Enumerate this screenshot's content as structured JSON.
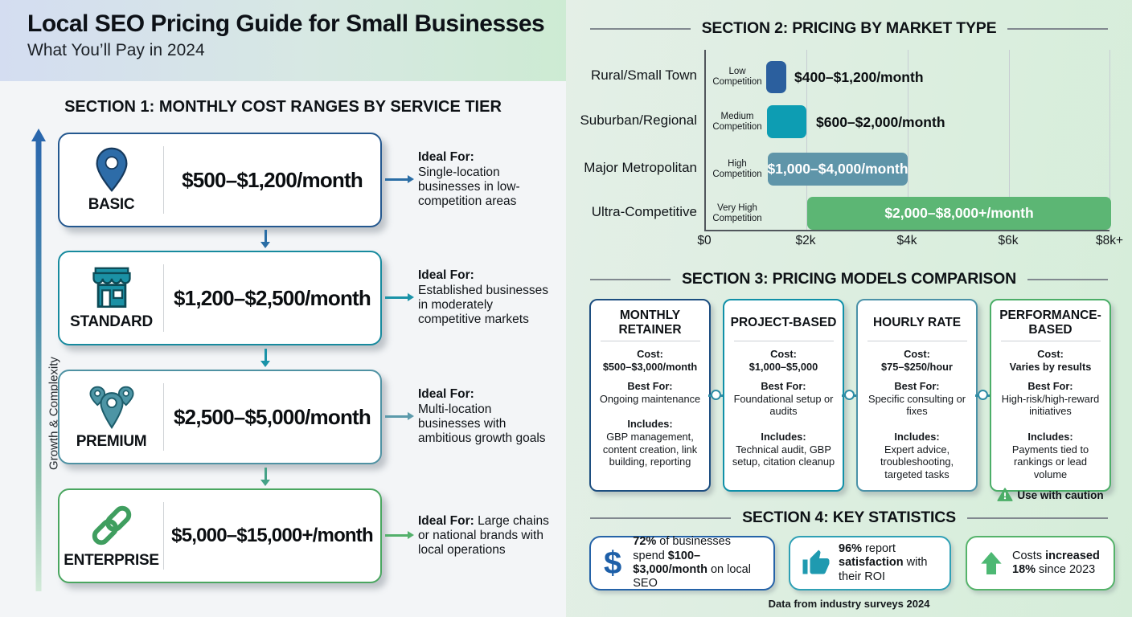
{
  "header": {
    "title": "Local SEO Pricing Guide for Small Businesses",
    "subtitle": "What You’ll Pay in 2024"
  },
  "section1": {
    "title": "SECTION 1: MONTHLY COST RANGES BY SERVICE TIER",
    "axis_label": "Growth & Complexity",
    "tiers": [
      {
        "name": "BASIC",
        "icon": "map-pin-icon",
        "price": "$500–$1,200/month",
        "ideal_label": "Ideal For:",
        "ideal": "Single-location businesses in low-competition areas",
        "accent": "#24588f"
      },
      {
        "name": "STANDARD",
        "icon": "storefront-icon",
        "price": "$1,200–$2,500/month",
        "ideal_label": "Ideal For:",
        "ideal": "Established businesses in moderately competitive markets",
        "accent": "#178a9e"
      },
      {
        "name": "PREMIUM",
        "icon": "multi-pin-icon",
        "price": "$2,500–$5,000/month",
        "ideal_label": "Ideal For:",
        "ideal": "Multi-location businesses with ambitious growth goals",
        "accent": "#4f92a3"
      },
      {
        "name": "ENTERPRISE",
        "icon": "chain-link-icon",
        "price": "$5,000–$15,000+/month",
        "ideal_label": "Ideal For:",
        "ideal": " Large chains or national brands with local operations",
        "accent": "#4aa660"
      }
    ]
  },
  "section2": {
    "title": "SECTION 2: PRICING BY MARKET TYPE"
  },
  "chart_data": {
    "type": "bar",
    "orientation": "horizontal",
    "title": "SECTION 2: PRICING BY MARKET TYPE",
    "categories": [
      "Rural/Small Town",
      "Suburban/Regional",
      "Major Metropolitan",
      "Ultra-Competitive"
    ],
    "competition_levels": [
      "Low Competition",
      "Medium Competition",
      "High Competition",
      "Very High Competition"
    ],
    "ranges_usd_per_month": [
      [
        400,
        1200
      ],
      [
        600,
        2000
      ],
      [
        1000,
        4000
      ],
      [
        2000,
        8000
      ]
    ],
    "labels": [
      "$400–$1,200/month",
      "$600–$2,000/month",
      "$1,000–$4,000/month",
      "$2,000–$8,000+/month"
    ],
    "label_inside_bar": [
      false,
      false,
      true,
      true
    ],
    "bar_colors": [
      "#2b5f9e",
      "#0d9db3",
      "#5f95a9",
      "#5cb674"
    ],
    "x_ticks": [
      "$0",
      "$2k",
      "$4k",
      "$6k",
      "$8k+"
    ],
    "xlim": [
      0,
      8000
    ],
    "grid": true,
    "legend": false
  },
  "section3": {
    "title": "SECTION 3: PRICING MODELS COMPARISON",
    "cards": [
      {
        "title": "MONTHLY RETAINER",
        "cost_label": "Cost:",
        "cost": "$500–$3,000/month",
        "best_label": "Best For:",
        "best": "Ongoing maintenance",
        "includes_label": "Includes:",
        "includes": "GBP management, content creation, link building, reporting",
        "accent": "#1d4e80"
      },
      {
        "title": "PROJECT-BASED",
        "cost_label": "Cost:",
        "cost": "$1,000–$5,000",
        "best_label": "Best For:",
        "best": "Foundational setup or audits",
        "includes_label": "Includes:",
        "includes": "Technical audit, GBP setup, citation cleanup",
        "accent": "#1090a8"
      },
      {
        "title": "HOURLY RATE",
        "cost_label": "Cost:",
        "cost": "$75–$250/hour",
        "best_label": "Best For:",
        "best": "Specific consulting or fixes",
        "includes_label": "Includes:",
        "includes": "Expert advice, troubleshooting, targeted tasks",
        "accent": "#4b92a8"
      },
      {
        "title": "PERFORMANCE-BASED",
        "cost_label": "Cost:",
        "cost": "Varies by results",
        "best_label": "Best For:",
        "best": "High-risk/high-reward initiatives",
        "includes_label": "Includes:",
        "includes": "Payments tied to rankings or lead volume",
        "warning": "Use with caution",
        "accent": "#4cae68"
      }
    ]
  },
  "section4": {
    "title": "SECTION 4: KEY STATISTICS",
    "stats": [
      {
        "icon": "dollar-icon",
        "b1": "72%",
        "n1": " of businesses spend ",
        "b2": "$100–$3,000/month",
        "n2": " on local SEO",
        "accent": "#2563a8"
      },
      {
        "icon": "thumbs-up-icon",
        "b1": "96%",
        "n1": " report ",
        "b2": "satisfaction",
        "n2": " with their ROI",
        "accent": "#2fa0b5"
      },
      {
        "icon": "up-arrow-icon",
        "n1": "Costs ",
        "b1": "increased ",
        "b2": "18%",
        "n2": " since 2023",
        "accent": "#55b36a"
      }
    ],
    "footnote": "Data from industry surveys 2024"
  }
}
